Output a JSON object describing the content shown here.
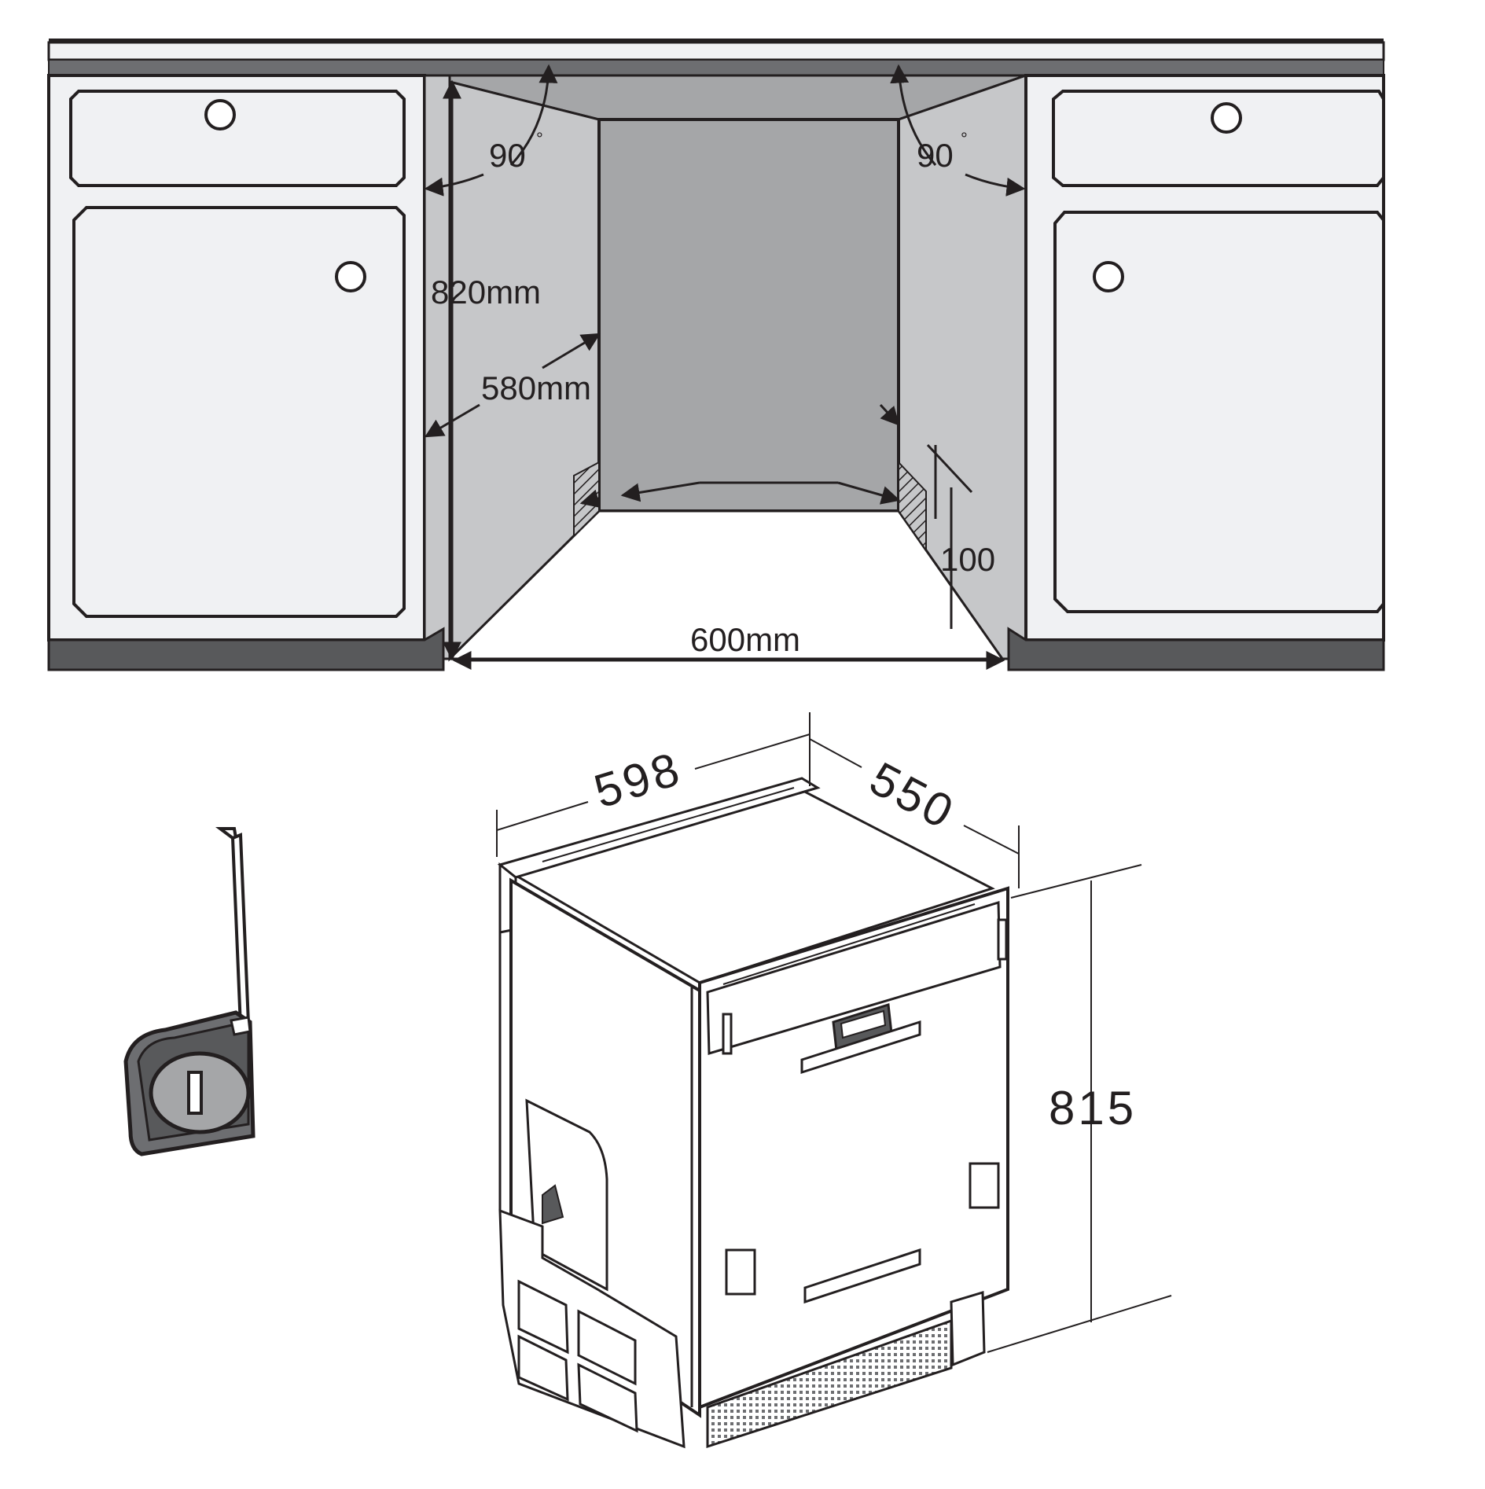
{
  "niche": {
    "height_label": "820mm",
    "depth_label": "580mm",
    "width_label": "600mm",
    "angle_left_label": "90",
    "angle_right_label": "90",
    "degree_symbol": "°",
    "plinth_label": "100"
  },
  "appliance": {
    "width_label": "598",
    "depth_label": "550",
    "height_label": "815"
  },
  "icons": {
    "tape_measure": "tape-measure-icon"
  },
  "colors": {
    "line": "#231f20",
    "cabinet_fill": "#f0f1f3",
    "wall_side": "#c6c7c9",
    "niche_back": "#a5a6a8",
    "plinth": "#58595b",
    "floor": "#ffffff"
  }
}
